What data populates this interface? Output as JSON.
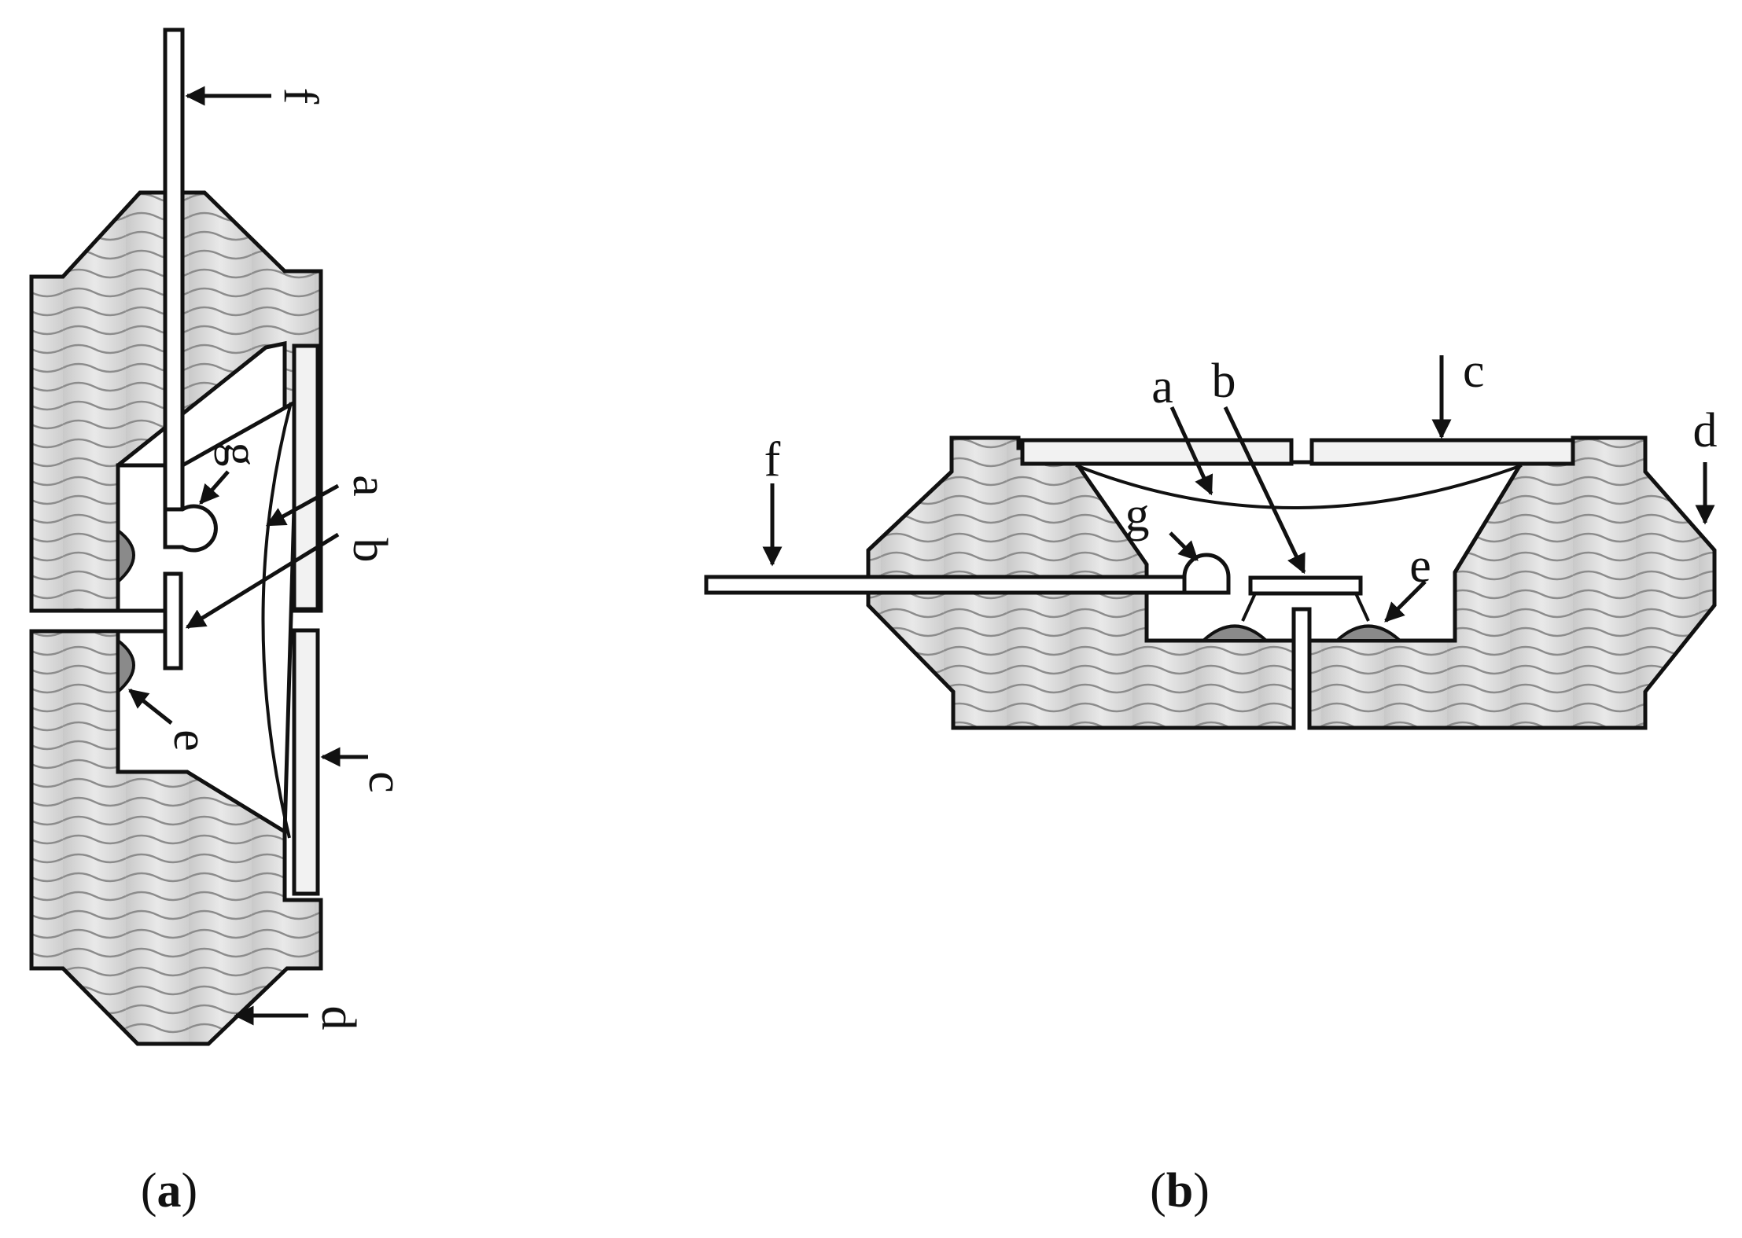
{
  "figure": {
    "panel_a": {
      "caption": "a",
      "labels": {
        "a": "a",
        "b": "b",
        "c": "c",
        "d": "d",
        "e": "e",
        "f": "f",
        "g": "g"
      }
    },
    "panel_b": {
      "caption": "b",
      "labels": {
        "a": "a",
        "b": "b",
        "c": "c",
        "d": "d",
        "e": "e",
        "f": "f",
        "g": "g"
      }
    }
  }
}
